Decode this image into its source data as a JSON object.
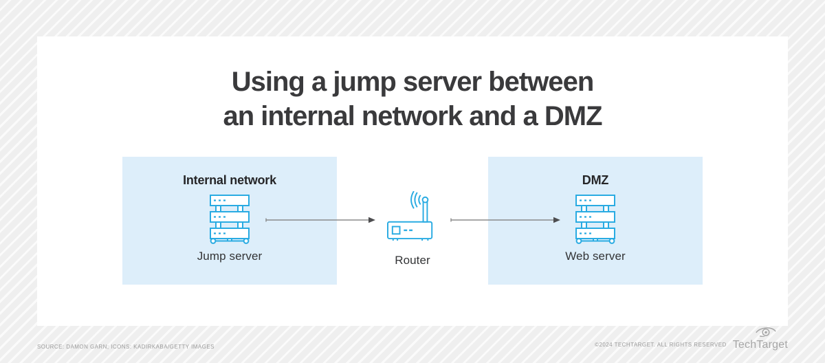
{
  "title": {
    "line1": "Using a jump server between",
    "line2": "an internal network and a DMZ"
  },
  "zones": {
    "internal": {
      "heading": "Internal network",
      "label": "Jump server",
      "icon": "server-icon"
    },
    "dmz": {
      "heading": "DMZ",
      "label": "Web server",
      "icon": "server-icon"
    }
  },
  "router": {
    "label": "Router",
    "icon": "wireless-router-icon"
  },
  "arrows": [
    {
      "from": "Jump server",
      "to": "Router"
    },
    {
      "from": "Router",
      "to": "Web server"
    }
  ],
  "footer": {
    "source": "SOURCE: DAMON GARN; ICONS: KADIRKABA/GETTY IMAGES",
    "copyright": "©2024 TECHTARGET. ALL RIGHTS RESERVED",
    "brand": "TechTarget",
    "brand_icon": "eye-icon"
  },
  "colors": {
    "title-text": "#3a3a3c",
    "zone-fill": "#ddeefa",
    "icon-blue": "#29abe2",
    "arrow-line": "#8a8a8a",
    "arrow-head": "#4d4d4f",
    "footer-gray": "#9b9b9b",
    "brand-gray": "#a6a6a6",
    "card-bg": "#ffffff",
    "stripe-bg": "#efefef"
  }
}
